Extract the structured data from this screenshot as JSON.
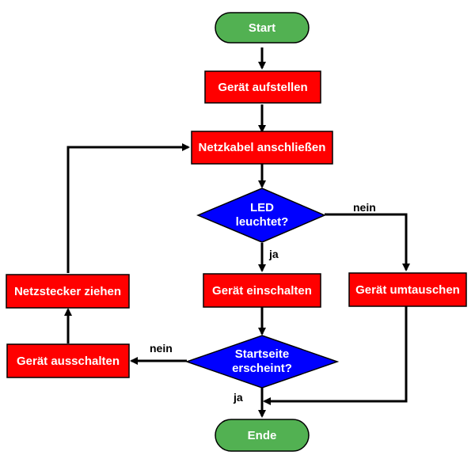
{
  "colors": {
    "terminal_fill": "#52b152",
    "process_fill": "#ff0000",
    "decision_fill": "#0000ff",
    "line": "#000000",
    "node_text": "#ffffff"
  },
  "nodes": {
    "start": {
      "label": "Start",
      "shape": "terminal"
    },
    "aufstellen": {
      "label": "Gerät aufstellen",
      "shape": "process"
    },
    "anschliessen": {
      "label": "Netzkabel anschließen",
      "shape": "process"
    },
    "led": {
      "label": "LED\nleuchtet?",
      "shape": "decision"
    },
    "einschalten": {
      "label": "Gerät einschalten",
      "shape": "process"
    },
    "umtauschen": {
      "label": "Gerät umtauschen",
      "shape": "process"
    },
    "startseite": {
      "label": "Startseite\nerscheint?",
      "shape": "decision"
    },
    "ausschalten": {
      "label": "Gerät ausschalten",
      "shape": "process"
    },
    "stecker": {
      "label": "Netzstecker ziehen",
      "shape": "process"
    },
    "ende": {
      "label": "Ende",
      "shape": "terminal"
    }
  },
  "edge_labels": {
    "led_no": "nein",
    "led_yes": "ja",
    "startseite_no": "nein",
    "startseite_yes": "ja"
  }
}
